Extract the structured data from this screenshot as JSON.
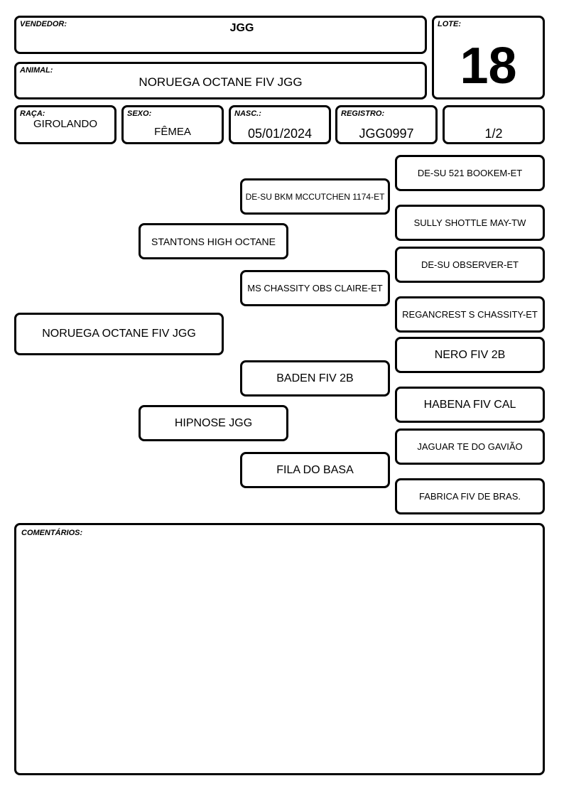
{
  "header": {
    "vendedor": {
      "label": "VENDEDOR:",
      "value": "JGG"
    },
    "lote": {
      "label": "LOTE:",
      "value": "18"
    },
    "animal": {
      "label": "ANIMAL:",
      "value": "NORUEGA OCTANE FIV JGG"
    },
    "raca": {
      "label": "RAÇA:",
      "value": "GIROLANDO"
    },
    "sexo": {
      "label": "SEXO:",
      "value": "FÊMEA"
    },
    "nasc": {
      "label": "NASC.:",
      "value": "05/01/2024"
    },
    "registro": {
      "label": "REGISTRO:",
      "value": "JGG0997"
    },
    "grau": {
      "value": "1/2"
    }
  },
  "pedigree": {
    "animal": "NORUEGA OCTANE FIV JGG",
    "sire": "STANTONS HIGH OCTANE",
    "dam": "HIPNOSE JGG",
    "sire_sire": "DE-SU BKM MCCUTCHEN 1174-ET",
    "sire_dam": "MS CHASSITY OBS CLAIRE-ET",
    "dam_sire": "BADEN FIV 2B",
    "dam_dam": "FILA DO BASA",
    "sss": "DE-SU 521 BOOKEM-ET",
    "ssd": "SULLY SHOTTLE MAY-TW",
    "sds": "DE-SU OBSERVER-ET",
    "sdd": "REGANCREST S CHASSITY-ET",
    "dss": "NERO FIV 2B",
    "dsd": "HABENA FIV CAL",
    "dds": "JAGUAR TE DO GAVIÃO",
    "ddd": "FABRICA FIV DE BRAS."
  },
  "comments": {
    "label": "COMENTÁRIOS:",
    "value": ""
  }
}
